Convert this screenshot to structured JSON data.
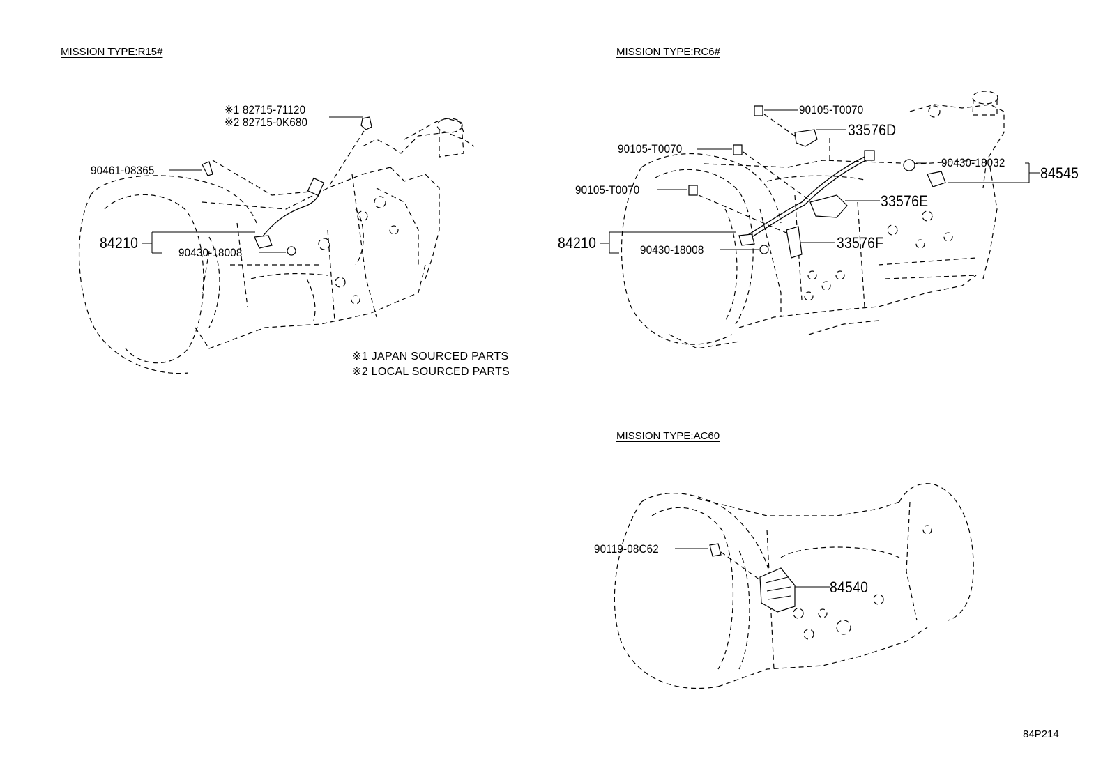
{
  "diagram": {
    "code": "84P214",
    "sections": [
      {
        "title": "MISSION TYPE:R15#",
        "labels": {
          "p1": "※1 82715-71120",
          "p2": "※2 82715-0K680",
          "p3": "90461-08365",
          "p4": "84210",
          "p5": "90430-18008"
        },
        "notes": [
          "※1 JAPAN SOURCED PARTS",
          "※2 LOCAL SOURCED PARTS"
        ]
      },
      {
        "title": "MISSION TYPE:RC6#",
        "labels": {
          "p1": "90105-T0070",
          "p2": "33576D",
          "p3": "90105-T0070",
          "p4": "90105-T0070",
          "p5": "90430-18032",
          "p6": "84545",
          "p7": "33576E",
          "p8": "84210",
          "p9": "90430-18008",
          "p10": "33576F"
        }
      },
      {
        "title": "MISSION TYPE:AC60",
        "labels": {
          "p1": "90119-08C62",
          "p2": "84540"
        }
      }
    ]
  }
}
